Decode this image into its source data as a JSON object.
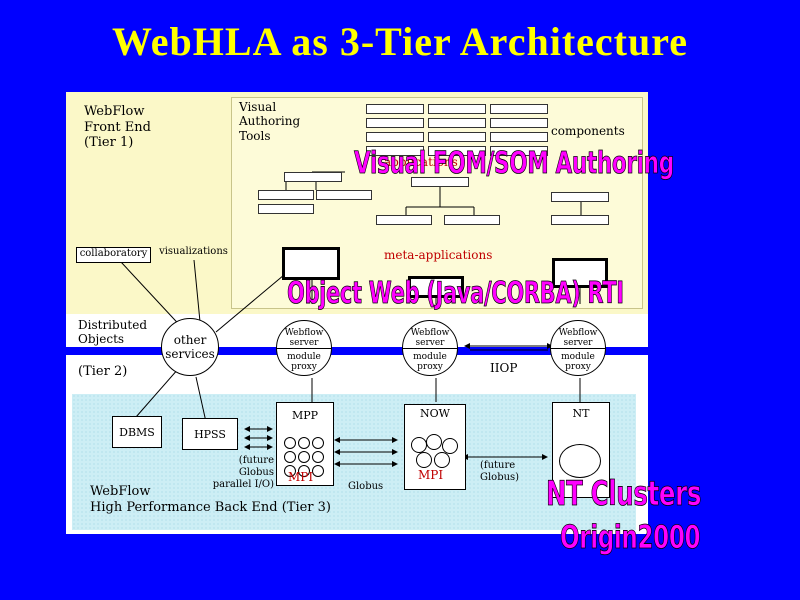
{
  "title": "WebHLA as 3-Tier Architecture",
  "tier1": {
    "label": "WebFlow\nFront End\n(Tier 1)"
  },
  "visual_tools": {
    "label": "Visual\nAuthoring\nTools",
    "components": "components",
    "applications": "applications"
  },
  "collaboratory": "collaboratory",
  "visualizations": "visualizations",
  "meta_applications": "meta-applications",
  "tier2": {
    "label": "Distributed\nObjects",
    "sub": "(Tier 2)"
  },
  "other_services": "other\nservices",
  "servers": [
    {
      "top": "Webflow",
      "top2": "server",
      "bottom": "module",
      "bottom2": "proxy"
    },
    {
      "top": "Webflow",
      "top2": "server",
      "bottom": "module",
      "bottom2": "proxy"
    },
    {
      "top": "Webflow",
      "top2": "server",
      "bottom": "module",
      "bottom2": "proxy"
    }
  ],
  "iiop": "IIOP",
  "dbms": "DBMS",
  "hpss": "HPSS",
  "future_globus_parallel": "(future Globus\nparallel I/O)",
  "mpp": "MPP",
  "mpi1": "MPI",
  "globus": "Globus",
  "now": "NOW",
  "mpi2": "MPI",
  "future_globus": "(future\nGlobus)",
  "nt": "NT",
  "tier3": {
    "label": "WebFlow\nHigh Performance Back End (Tier 3)"
  },
  "overlays": {
    "visual_fom": "Visual FOM/SOM Authoring",
    "object_web": "Object Web (Java/CORBA) RTI",
    "nt_clusters": "NT Clusters",
    "origin": "Origin2000"
  },
  "colors": {
    "background": "#0000ff",
    "title": "#ffff00",
    "overlay": "#ff00ff",
    "accent": "#c00000"
  }
}
